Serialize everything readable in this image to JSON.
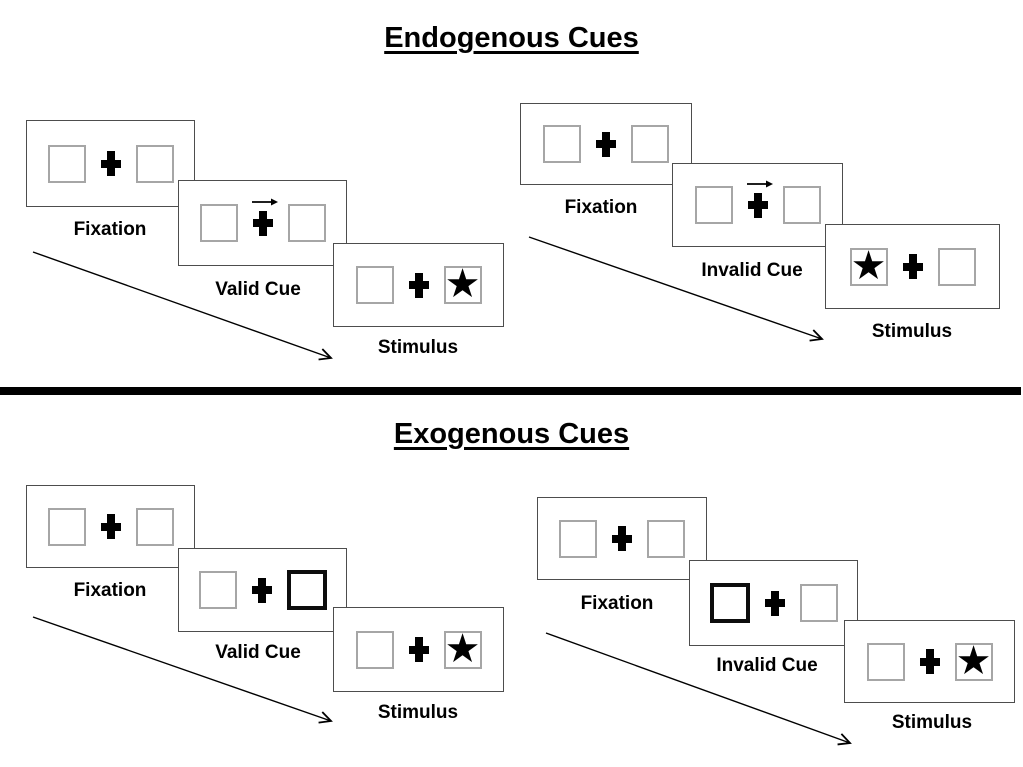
{
  "colors": {
    "background": "#ffffff",
    "panel_border": "#4d4d4d",
    "box_border": "#a6a6a6",
    "cue_highlight_border": "#0d0d0d",
    "ink": "#000000"
  },
  "icons": {
    "star": "★",
    "fixation_cross": "+",
    "cue_arrow_right": "→",
    "timeline_arrow": "diagonal arrow down-right"
  },
  "sections": [
    {
      "title": "Endogenous Cues",
      "groups": [
        {
          "condition": "Valid",
          "panels": [
            {
              "label": "Fixation",
              "display": "two empty boxes with central fixation cross"
            },
            {
              "label": "Valid Cue",
              "display": "rightward arrow above fixation cross"
            },
            {
              "label": "Stimulus",
              "display": "star in right box"
            }
          ]
        },
        {
          "condition": "Invalid",
          "panels": [
            {
              "label": "Fixation",
              "display": "two empty boxes with central fixation cross"
            },
            {
              "label": "Invalid Cue",
              "display": "rightward arrow above fixation cross"
            },
            {
              "label": "Stimulus",
              "display": "star in left box"
            }
          ]
        }
      ]
    },
    {
      "title": "Exogenous Cues",
      "groups": [
        {
          "condition": "Valid",
          "panels": [
            {
              "label": "Fixation",
              "display": "two empty boxes with central fixation cross"
            },
            {
              "label": "Valid Cue",
              "display": "right box highlighted with bold border"
            },
            {
              "label": "Stimulus",
              "display": "star in right box"
            }
          ]
        },
        {
          "condition": "Invalid",
          "panels": [
            {
              "label": "Fixation",
              "display": "two empty boxes with central fixation cross"
            },
            {
              "label": "Invalid Cue",
              "display": "left box highlighted with bold border"
            },
            {
              "label": "Stimulus",
              "display": "star in right box"
            }
          ]
        }
      ]
    }
  ]
}
